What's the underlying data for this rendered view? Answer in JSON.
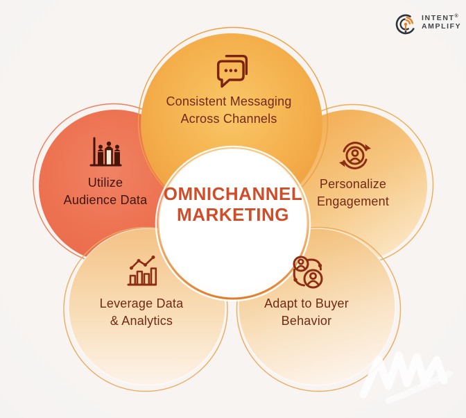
{
  "logo": {
    "name_line1": "INTENT",
    "name_line2": "AMPLIFY",
    "reg_mark": "®"
  },
  "center": {
    "line1": "OMNICHANNEL",
    "line2": "MARKETING"
  },
  "petals": [
    {
      "id": "consistent-messaging",
      "icon": "chat-bubbles-icon",
      "lines": [
        "Consistent Messaging",
        "Across Channels"
      ]
    },
    {
      "id": "utilize-audience-data",
      "icon": "audience-bar-chart-icon",
      "lines": [
        "Utilize",
        "Audience Data"
      ]
    },
    {
      "id": "personalize-engagement",
      "icon": "sync-user-icon",
      "lines": [
        "Personalize",
        "Engagement"
      ]
    },
    {
      "id": "leverage-data-analytics",
      "icon": "analytics-chart-icon",
      "lines": [
        "Leverage Data",
        "& Analytics"
      ]
    },
    {
      "id": "adapt-buyer-behavior",
      "icon": "connected-users-icon",
      "lines": [
        "Adapt to Buyer",
        "Behavior"
      ]
    }
  ],
  "colors": {
    "background": "#f7f4f2",
    "title_text": "#cf4d28",
    "label_text": "#722914",
    "label_text_on_red": "#401509",
    "icon_stroke": "#8b2c13",
    "petal_top": [
      "#f9c768",
      "#efa041"
    ],
    "petal_left": [
      "#f08264",
      "#ea6c4c"
    ],
    "petal_right": [
      "#f2a94a",
      "#fbe7c6"
    ],
    "petal_bottom_left": [
      "#f4c285",
      "#fdf3ea"
    ],
    "petal_bottom_right": [
      "#f2bd74",
      "#fdf4ec"
    ],
    "center_circle_ring": "#df7e2d",
    "logo_orange": "#ef7d23",
    "logo_dark": "#2d3338"
  }
}
